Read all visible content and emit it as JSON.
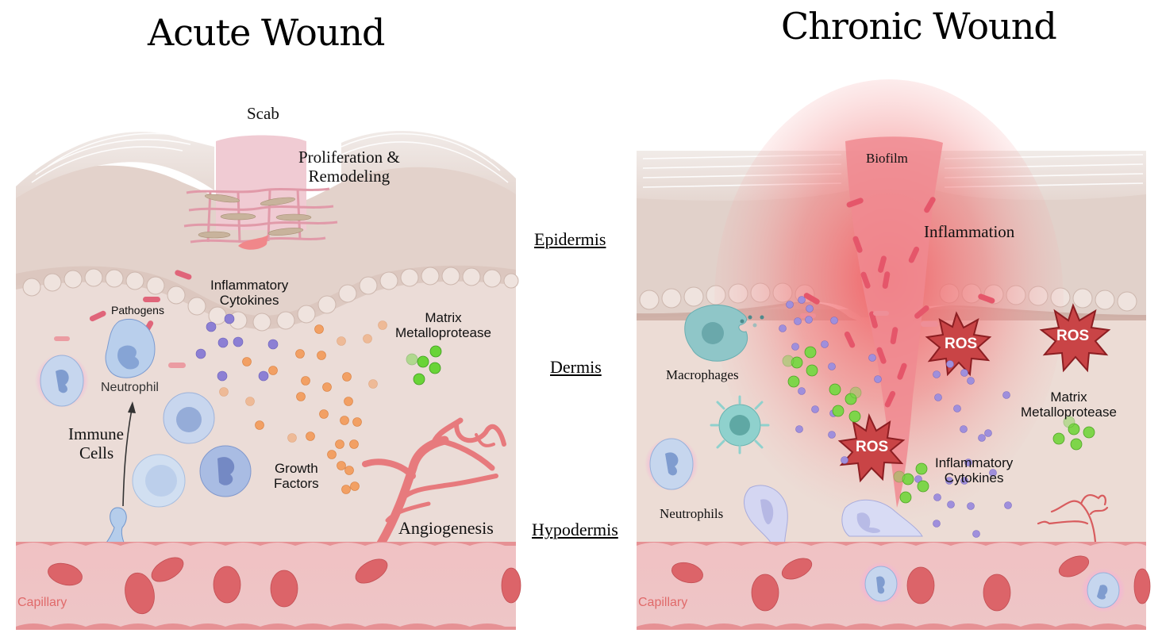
{
  "figure": {
    "acute": {
      "title": "Acute Wound",
      "labels": {
        "scab": "Scab",
        "proliferation_line1": "Proliferation &",
        "proliferation_line2": "Remodeling",
        "pathogens": "Pathogens",
        "inflammatory_line1": "Inflammatory",
        "inflammatory_line2": "Cytokines",
        "matrix_line1": "Matrix",
        "matrix_line2": "Metalloprotease",
        "neutrophil": "Neutrophil",
        "immune_line1": "Immune",
        "immune_line2": "Cells",
        "growth_line1": "Growth",
        "growth_line2": "Factors",
        "angiogenesis": "Angiogenesis",
        "capillary": "Capillary"
      }
    },
    "chronic": {
      "title": "Chronic Wound",
      "labels": {
        "biofilm": "Biofilm",
        "inflammation": "Inflammation",
        "ros": "ROS",
        "macrophages": "Macrophages",
        "matrix_line1": "Matrix",
        "matrix_line2": "Metalloprotease",
        "inflammatory_line1": "Inflammatory",
        "inflammatory_line2": "Cytokines",
        "neutrophils": "Neutrophils",
        "capillary": "Capillary"
      }
    },
    "layers": {
      "epidermis": "Epidermis",
      "dermis": "Dermis",
      "hypodermis": "Hypodermis"
    },
    "colors": {
      "skin_top": "#efe6e2",
      "stratum_lines": "#ffffff",
      "dermis": "#eadad5",
      "capillary": "#f0c4c6",
      "capillary_edge": "#e58a8e",
      "rbc": "#dc6669",
      "cytokine": "#8f7fd0",
      "growth_factor": "#f2a56a",
      "mmp": "#6bd23a",
      "immune_cell": "#b7cdea",
      "ros_fill": "#c94446",
      "ros_edge": "#8c1e22",
      "inflammation": "#f05a5e",
      "macrophage": "#8fcac9"
    }
  }
}
